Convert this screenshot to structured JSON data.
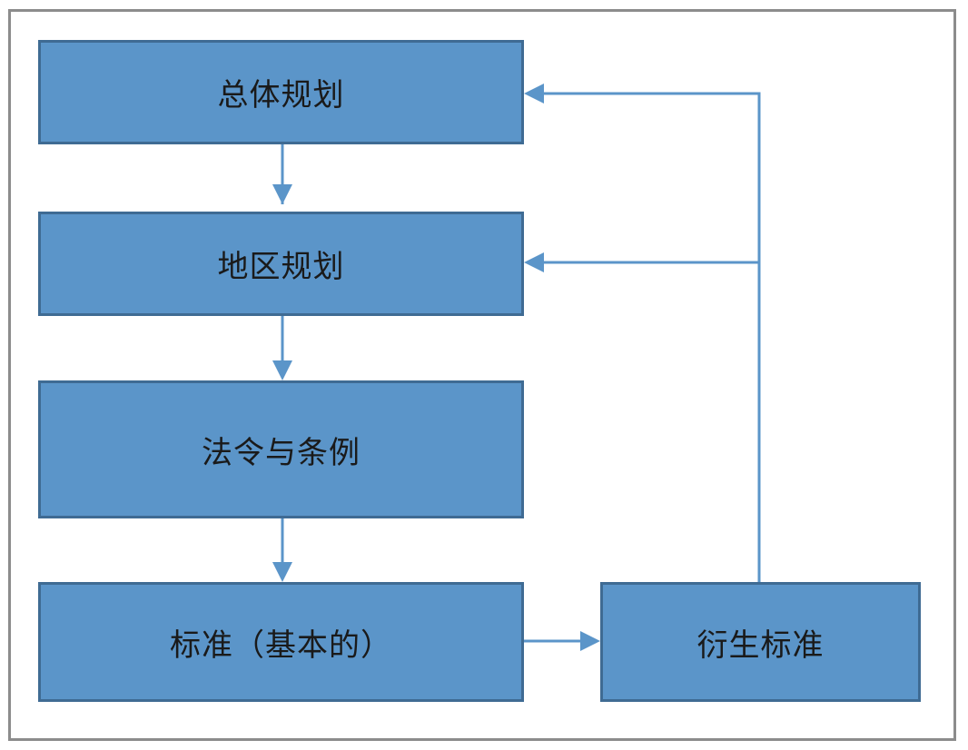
{
  "diagram": {
    "nodes": [
      {
        "id": "n1",
        "label": "总体规划"
      },
      {
        "id": "n2",
        "label": "地区规划"
      },
      {
        "id": "n3",
        "label": "法令与条例"
      },
      {
        "id": "n4",
        "label": "标准（基本的）"
      },
      {
        "id": "n5",
        "label": "衍生标准"
      }
    ],
    "edges": [
      {
        "from": "n1",
        "to": "n2"
      },
      {
        "from": "n2",
        "to": "n3"
      },
      {
        "from": "n3",
        "to": "n4"
      },
      {
        "from": "n4",
        "to": "n5"
      },
      {
        "from": "n5",
        "to": "n1"
      },
      {
        "from": "n5",
        "to": "n2"
      }
    ],
    "colors": {
      "node_fill": "#5b95c9",
      "node_border": "#3f6b93",
      "connector": "#5b95c9",
      "frame": "#8c8c8c"
    }
  }
}
